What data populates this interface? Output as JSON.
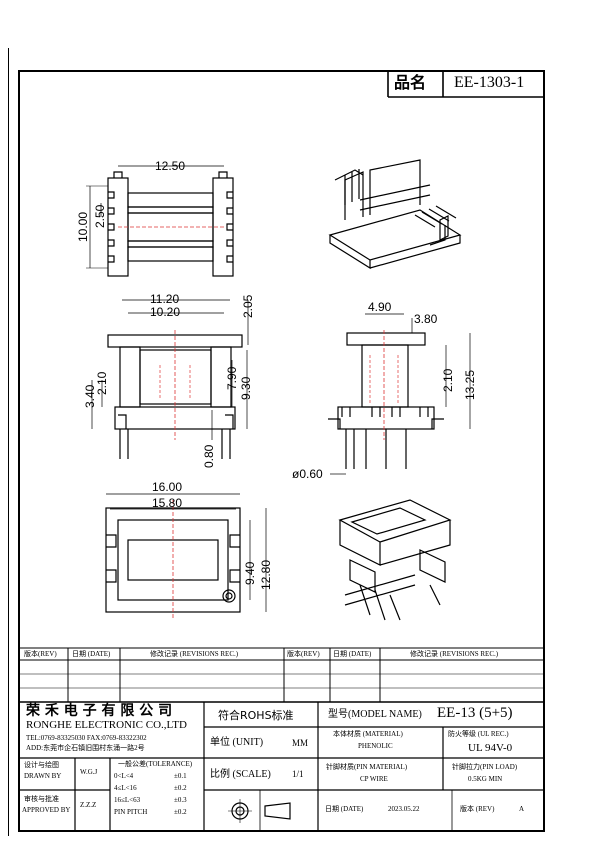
{
  "title_block": {
    "part_label": "品名",
    "part_number": "EE-1303-1"
  },
  "dimensions": {
    "top_view": [
      "12.50",
      "10.00",
      "2.50"
    ],
    "front_view": [
      "11.20",
      "10.20",
      "2.05",
      "3.40",
      "2.10",
      "7.90",
      "9.30",
      "0.80"
    ],
    "side_view": [
      "4.90",
      "3.80",
      "2.10",
      "13.25",
      "ø0.60"
    ],
    "bottom_view": [
      "16.00",
      "15.80",
      "9.40",
      "12.80"
    ]
  },
  "revision_table": {
    "headers": [
      "版本(REV)",
      "日期 (DATE)",
      "修改记录 (REVISIONS REC.)",
      "版本(REV)",
      "日期 (DATE)",
      "修改记录 (REVISIONS REC.)"
    ]
  },
  "company": {
    "name_cn": "荣 禾 电 子 有 限 公 司",
    "name_en": "RONGHE ELECTRONIC CO.,LTD",
    "contact": "TEL:0769-83325030   FAX:0769-83322302",
    "address": "ADD:东莞市企石镇旧围村东涌一路2号"
  },
  "info": {
    "rohs": "符合ROHS标准",
    "model_label": "型号(MODEL NAME)",
    "model_value": "EE-13 (5+5)",
    "unit_label": "单位 (UNIT)",
    "unit_value": "MM",
    "body_material_label": "本体材质 (MATERIAL)",
    "body_material_value": "PHENOLIC",
    "fire_rating_label": "防火等级 (UL REC.)",
    "fire_rating_value": "UL 94V-0",
    "scale_label": "比例 (SCALE)",
    "scale_value": "1/1",
    "pin_material_label": "针脚材质(PIN MATERIAL)",
    "pin_material_value": "CP WIRE",
    "pin_load_label": "针脚拉力(PIN LOAD)",
    "pin_load_value": "0.5KG MIN",
    "date_label": "日期 (DATE)",
    "date_value": "2023.05.22",
    "rev_label": "版本 (REV)",
    "rev_value": "A"
  },
  "approvals": {
    "drawn_label_cn": "设计与绘图",
    "drawn_label_en": "DRAWN BY",
    "drawn_value": "W.G.J",
    "approved_label_cn": "审核与批准",
    "approved_label_en": "APPROVED BY",
    "approved_value": "Z.Z.Z"
  },
  "tolerance": {
    "title": "一般公差(TOLERANCE)",
    "rows": [
      {
        "range": "0<L<4",
        "value": "±0.1"
      },
      {
        "range": "4≤L<16",
        "value": "±0.2"
      },
      {
        "range": "16≤L<63",
        "value": "±0.3"
      },
      {
        "range": "PIN PITCH",
        "value": "±0.2"
      }
    ]
  }
}
